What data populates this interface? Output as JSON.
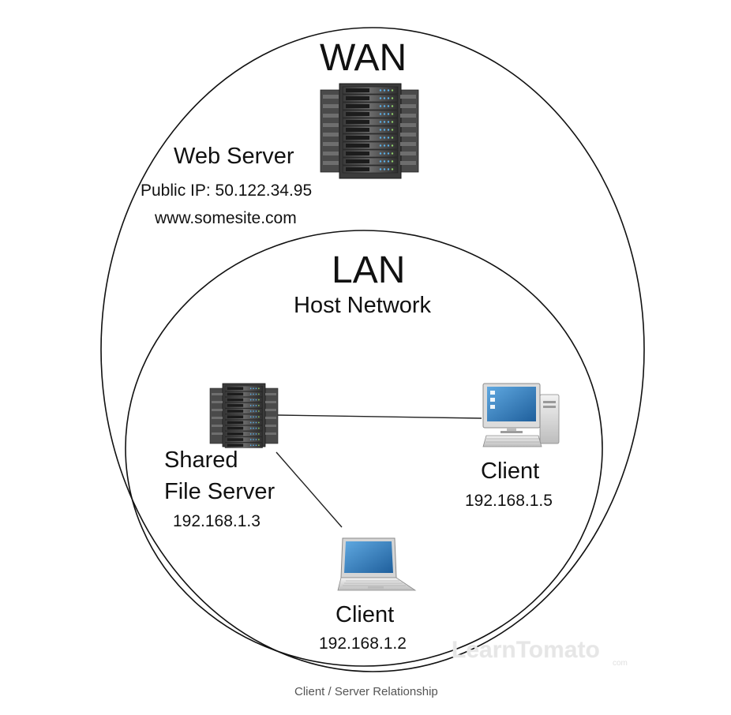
{
  "diagram": {
    "wan": {
      "title": "WAN",
      "server_name": "Web Server",
      "public_ip": "Public IP: 50.122.34.95",
      "domain": "www.somesite.com",
      "server_icon": "server-rack-icon"
    },
    "lan": {
      "title": "LAN",
      "subtitle": "Host Network",
      "file_server": {
        "line1": "Shared",
        "line2": "File Server",
        "ip": "192.168.1.3",
        "icon": "server-rack-icon"
      },
      "desktop_client": {
        "name": "Client",
        "ip": "192.168.1.5",
        "icon": "desktop-computer-icon"
      },
      "laptop_client": {
        "name": "Client",
        "ip": "192.168.1.2",
        "icon": "laptop-icon"
      }
    },
    "watermark": "LearnTomato",
    "watermark_sub": "com"
  },
  "caption": "Client / Server Relationship"
}
